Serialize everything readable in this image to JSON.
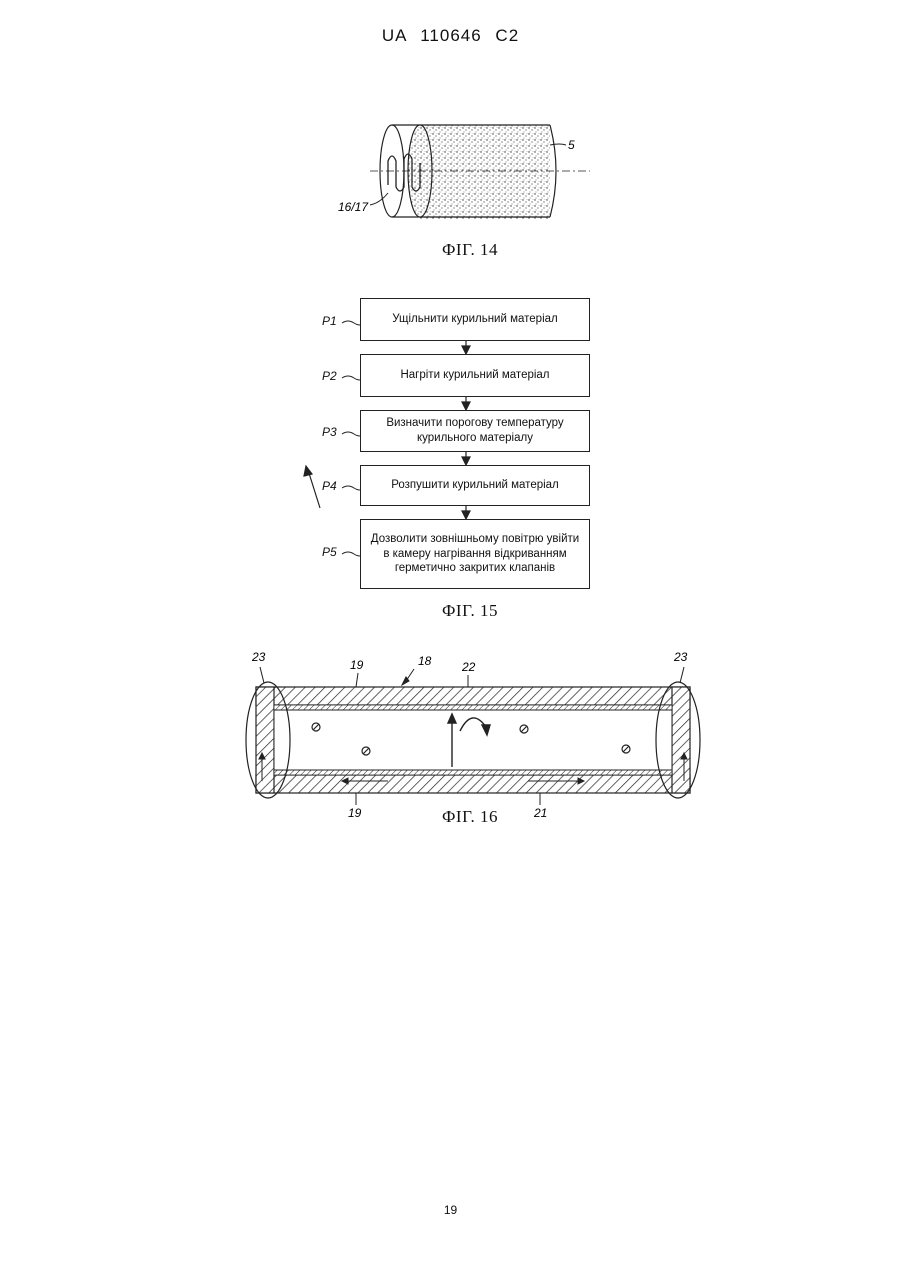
{
  "header": {
    "title": "UA  110646  C2"
  },
  "fig14": {
    "caption": "ФІГ. 14",
    "labels": {
      "part_5": "5",
      "part_16_17": "16/17"
    }
  },
  "fig15": {
    "caption": "ФІГ. 15",
    "steps": [
      {
        "label": "P1",
        "text": "Ущільнити курильний матеріал"
      },
      {
        "label": "P2",
        "text": "Нагріти курильний матеріал"
      },
      {
        "label": "P3",
        "text": "Визначити порогову температуру\nкурильного матеріалу"
      },
      {
        "label": "P4",
        "text": "Розпушити курильний матеріал"
      },
      {
        "label": "P5",
        "text": "Дозволити зовнішньому повітрю увійти\nв камеру нагрівання відкриванням\nгерметично закритих клапанів"
      }
    ]
  },
  "fig16": {
    "caption": "ФІГ. 16",
    "labels": {
      "l23_left": "23",
      "l23_right": "23",
      "l19_top": "19",
      "l18": "18",
      "l22": "22",
      "l19_bottom": "19",
      "l21": "21"
    }
  },
  "footer": {
    "page_number": "19"
  }
}
